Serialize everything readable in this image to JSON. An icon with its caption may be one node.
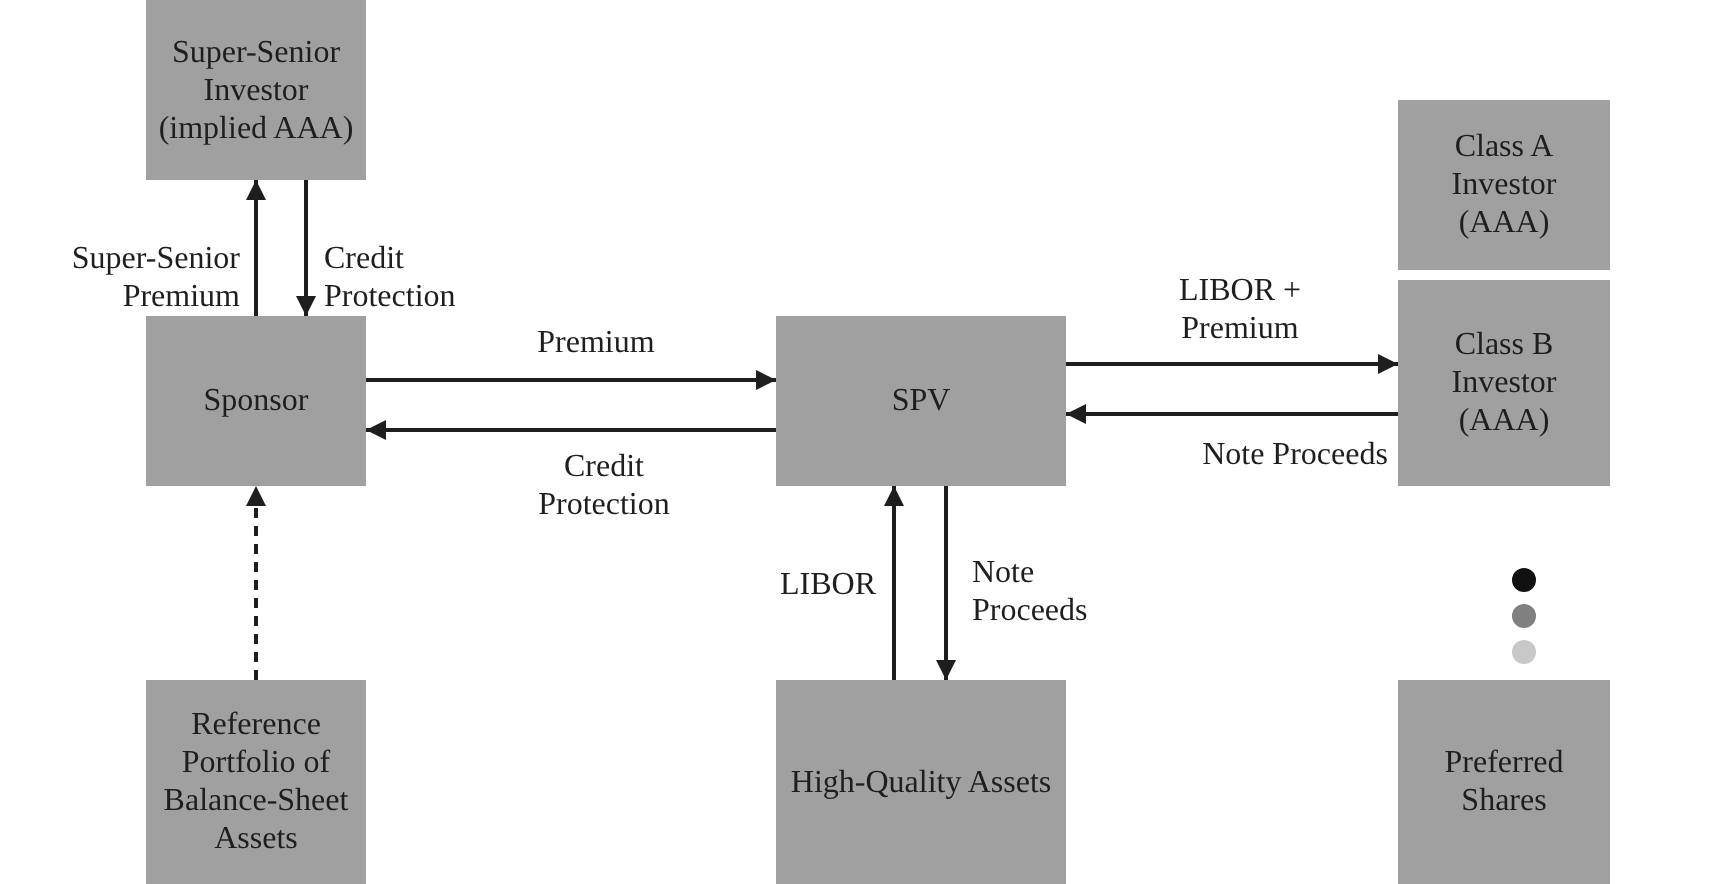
{
  "diagram": {
    "nodes": [
      {
        "text": [
          "Super-Senior Investor (implied AAA)"
        ]
      },
      {
        "text": [
          "Class A Investor (AAA)"
        ]
      },
      {
        "text": [
          "Sponsor"
        ]
      },
      {
        "text": [
          "SPV"
        ]
      },
      {
        "text": [
          "Class B Investor (AAA)"
        ]
      },
      {
        "text": [
          "Reference Portfolio of Balance-Sheet Assets"
        ]
      },
      {
        "text": [
          "High-Quality Assets"
        ]
      },
      {
        "text": [
          "Preferred Shares"
        ]
      }
    ],
    "edges": [
      {
        "from": 2,
        "to": 0,
        "arrow": "to",
        "label": "Super-Senior Premium"
      },
      {
        "from": 0,
        "to": 2,
        "arrow": "to",
        "label": "Credit Protection"
      },
      {
        "from": 2,
        "to": 3,
        "arrow": "to",
        "label": "Premium"
      },
      {
        "from": 3,
        "to": 2,
        "arrow": "to",
        "label": "Credit Protection"
      },
      {
        "from": 3,
        "to": 4,
        "arrow": "to",
        "label": "LIBOR + Premium"
      },
      {
        "from": 4,
        "to": 3,
        "arrow": "to",
        "label": "Note Proceeds"
      },
      {
        "from": 5,
        "to": 2,
        "arrow": "to",
        "style": "dashed"
      },
      {
        "from": 6,
        "to": 3,
        "arrow": "to",
        "label": "LIBOR"
      },
      {
        "from": 3,
        "to": 6,
        "arrow": "to",
        "label": "Note Proceeds"
      }
    ]
  }
}
